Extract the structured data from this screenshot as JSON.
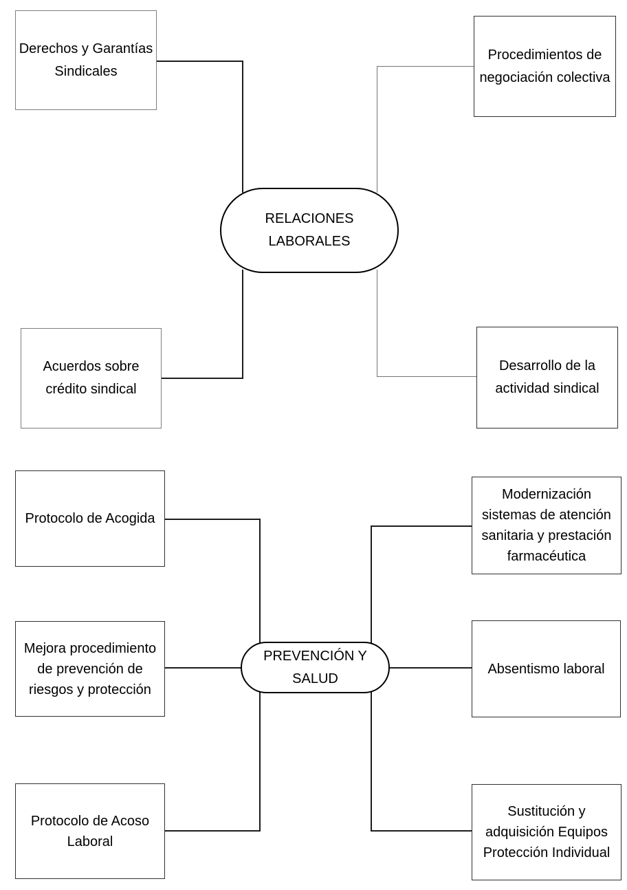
{
  "diagram": {
    "clusters": [
      {
        "name": "relaciones-laborales",
        "center": {
          "label": "RELACIONES\nLABORALES"
        },
        "nodes": [
          {
            "id": "derechos-garantias-sindicales",
            "label": "Derechos y Garantías\nSindicales"
          },
          {
            "id": "procedimientos-negociacion-colectiva",
            "label": "Procedimientos de\nnegociación colectiva"
          },
          {
            "id": "acuerdos-credito-sindical",
            "label": "Acuerdos sobre\ncrédito sindical"
          },
          {
            "id": "desarrollo-actividad-sindical",
            "label": "Desarrollo de la\nactividad sindical"
          }
        ]
      },
      {
        "name": "prevencion-y-salud",
        "center": {
          "label": "PREVENCIÓN Y\nSALUD"
        },
        "nodes": [
          {
            "id": "protocolo-acogida",
            "label": "Protocolo de Acogida"
          },
          {
            "id": "modernizacion-sanitaria",
            "label": "Modernización\nsistemas de atención\nsanitaria y prestación\nfarmacéutica"
          },
          {
            "id": "mejora-prevencion-riesgos",
            "label": "Mejora procedimiento\nde prevención de\nriesgos y protección"
          },
          {
            "id": "absentismo-laboral",
            "label": "Absentismo laboral"
          },
          {
            "id": "protocolo-acoso-laboral",
            "label": "Protocolo de Acoso\nLaboral"
          },
          {
            "id": "sustitucion-epi",
            "label": "Sustitución y\nadquisición Equipos\nProtección Individual"
          }
        ]
      }
    ],
    "colors": {
      "background": "#ffffff",
      "shape_fill": "#ffffff",
      "text": "#000000",
      "box_border_dark": "#2f2f2f",
      "box_border_gray": "#7d7d7d",
      "connector_dark": "#1c1c1c",
      "connector_gray": "#747474",
      "hub_border": "#000000"
    }
  }
}
